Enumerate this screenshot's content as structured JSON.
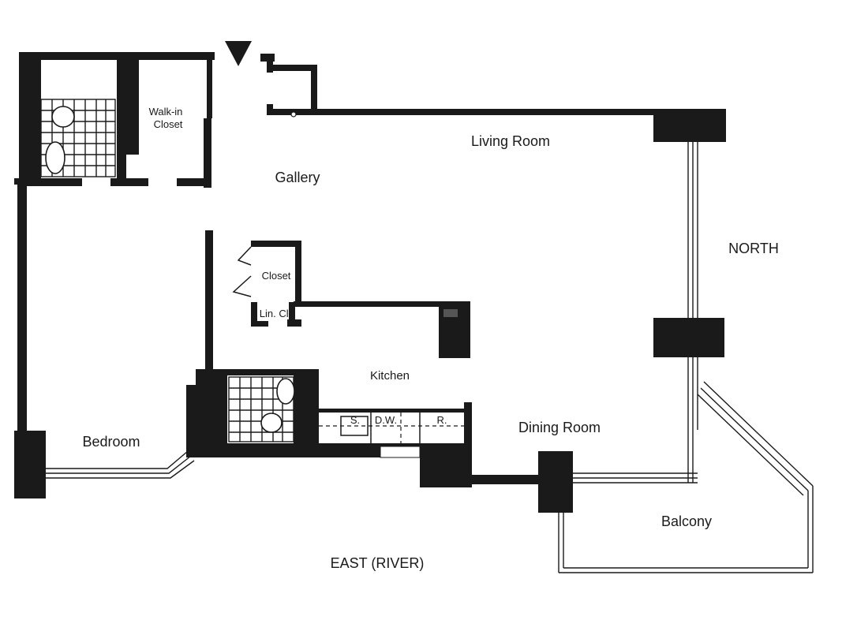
{
  "rooms": {
    "walk_in_closet_line1": "Walk-in",
    "walk_in_closet_line2": "Closet",
    "living_room": "Living Room",
    "gallery": "Gallery",
    "closet": "Closet",
    "linen_closet": "Lin. Cl.",
    "kitchen": "Kitchen",
    "bedroom": "Bedroom",
    "dining_room": "Dining Room",
    "balcony": "Balcony"
  },
  "appliances": {
    "sink": "S.",
    "dishwasher": "D.W.",
    "refrigerator": "R."
  },
  "orientation": {
    "north": "NORTH",
    "east": "EAST (RIVER)"
  }
}
